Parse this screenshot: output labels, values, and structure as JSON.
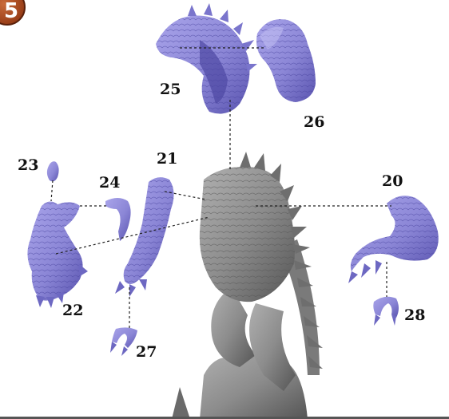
{
  "step": {
    "number": "5"
  },
  "parts": [
    {
      "id": "p25",
      "label": "25"
    },
    {
      "id": "p26",
      "label": "26"
    },
    {
      "id": "p23",
      "label": "23"
    },
    {
      "id": "p24",
      "label": "24"
    },
    {
      "id": "p21",
      "label": "21"
    },
    {
      "id": "p20",
      "label": "20"
    },
    {
      "id": "p22",
      "label": "22"
    },
    {
      "id": "p28",
      "label": "28"
    },
    {
      "id": "p27",
      "label": "27"
    }
  ],
  "colors": {
    "part_fill": "#8b86d6",
    "part_shadow": "#5a54b0",
    "body_fill": "#8c8c8c",
    "body_shadow": "#5c5c5c",
    "connector": "#222222"
  }
}
